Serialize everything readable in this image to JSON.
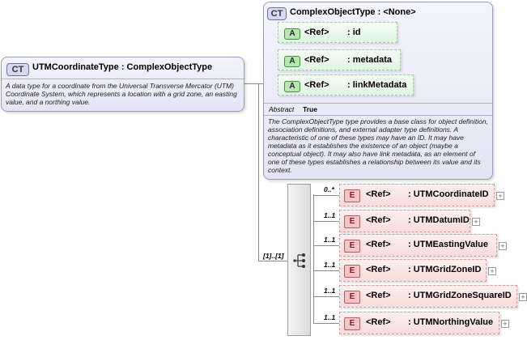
{
  "main_type": {
    "badge": "CT",
    "name": "UTMCoordinateType",
    "sep": ":",
    "base": "ComplexObjectType",
    "description": "A data type for a coordinate from the Universal Transverse Mercator (UTM) Coordinate System, which represents a location with a grid zone, an easting value, and a northing value."
  },
  "base_type": {
    "badge": "CT",
    "title": "ComplexObjectType : <None>",
    "attributes": [
      {
        "badge": "A",
        "ref": "<Ref>",
        "name": ": id"
      },
      {
        "badge": "A",
        "ref": "<Ref>",
        "name": ": metadata"
      },
      {
        "badge": "A",
        "ref": "<Ref>",
        "name": ": linkMetadata"
      }
    ],
    "abstract_label": "Abstract",
    "abstract_value": "True",
    "description": "The ComplexObjectType type provides a base class for object definition, association definitions, and external adapter type definitions. A characteristic of one of these types may have an ID. It may have metadata as it establishes the existence of an object (maybe a conceptual object). It may also have link metadata, as an element of one of these types establishes a relationship between its value and its context."
  },
  "sequence": {
    "multiplicity": "[1]..[1]",
    "elements": [
      {
        "mult": "0..*",
        "badge": "E",
        "ref": "<Ref>",
        "name": ": UTMCoordinateID",
        "expand": "+"
      },
      {
        "mult": "1..1",
        "badge": "E",
        "ref": "<Ref>",
        "name": ": UTMDatumID",
        "expand": "+"
      },
      {
        "mult": "1..1",
        "badge": "E",
        "ref": "<Ref>",
        "name": ": UTMEastingValue",
        "expand": "+"
      },
      {
        "mult": "1..1",
        "badge": "E",
        "ref": "<Ref>",
        "name": ": UTMGridZoneID",
        "expand": "+"
      },
      {
        "mult": "1..1",
        "badge": "E",
        "ref": "<Ref>",
        "name": ": UTMGridZoneSquareID",
        "expand": "+"
      },
      {
        "mult": "1..1",
        "badge": "E",
        "ref": "<Ref>",
        "name": ": UTMNorthingValue",
        "expand": "+"
      }
    ]
  }
}
